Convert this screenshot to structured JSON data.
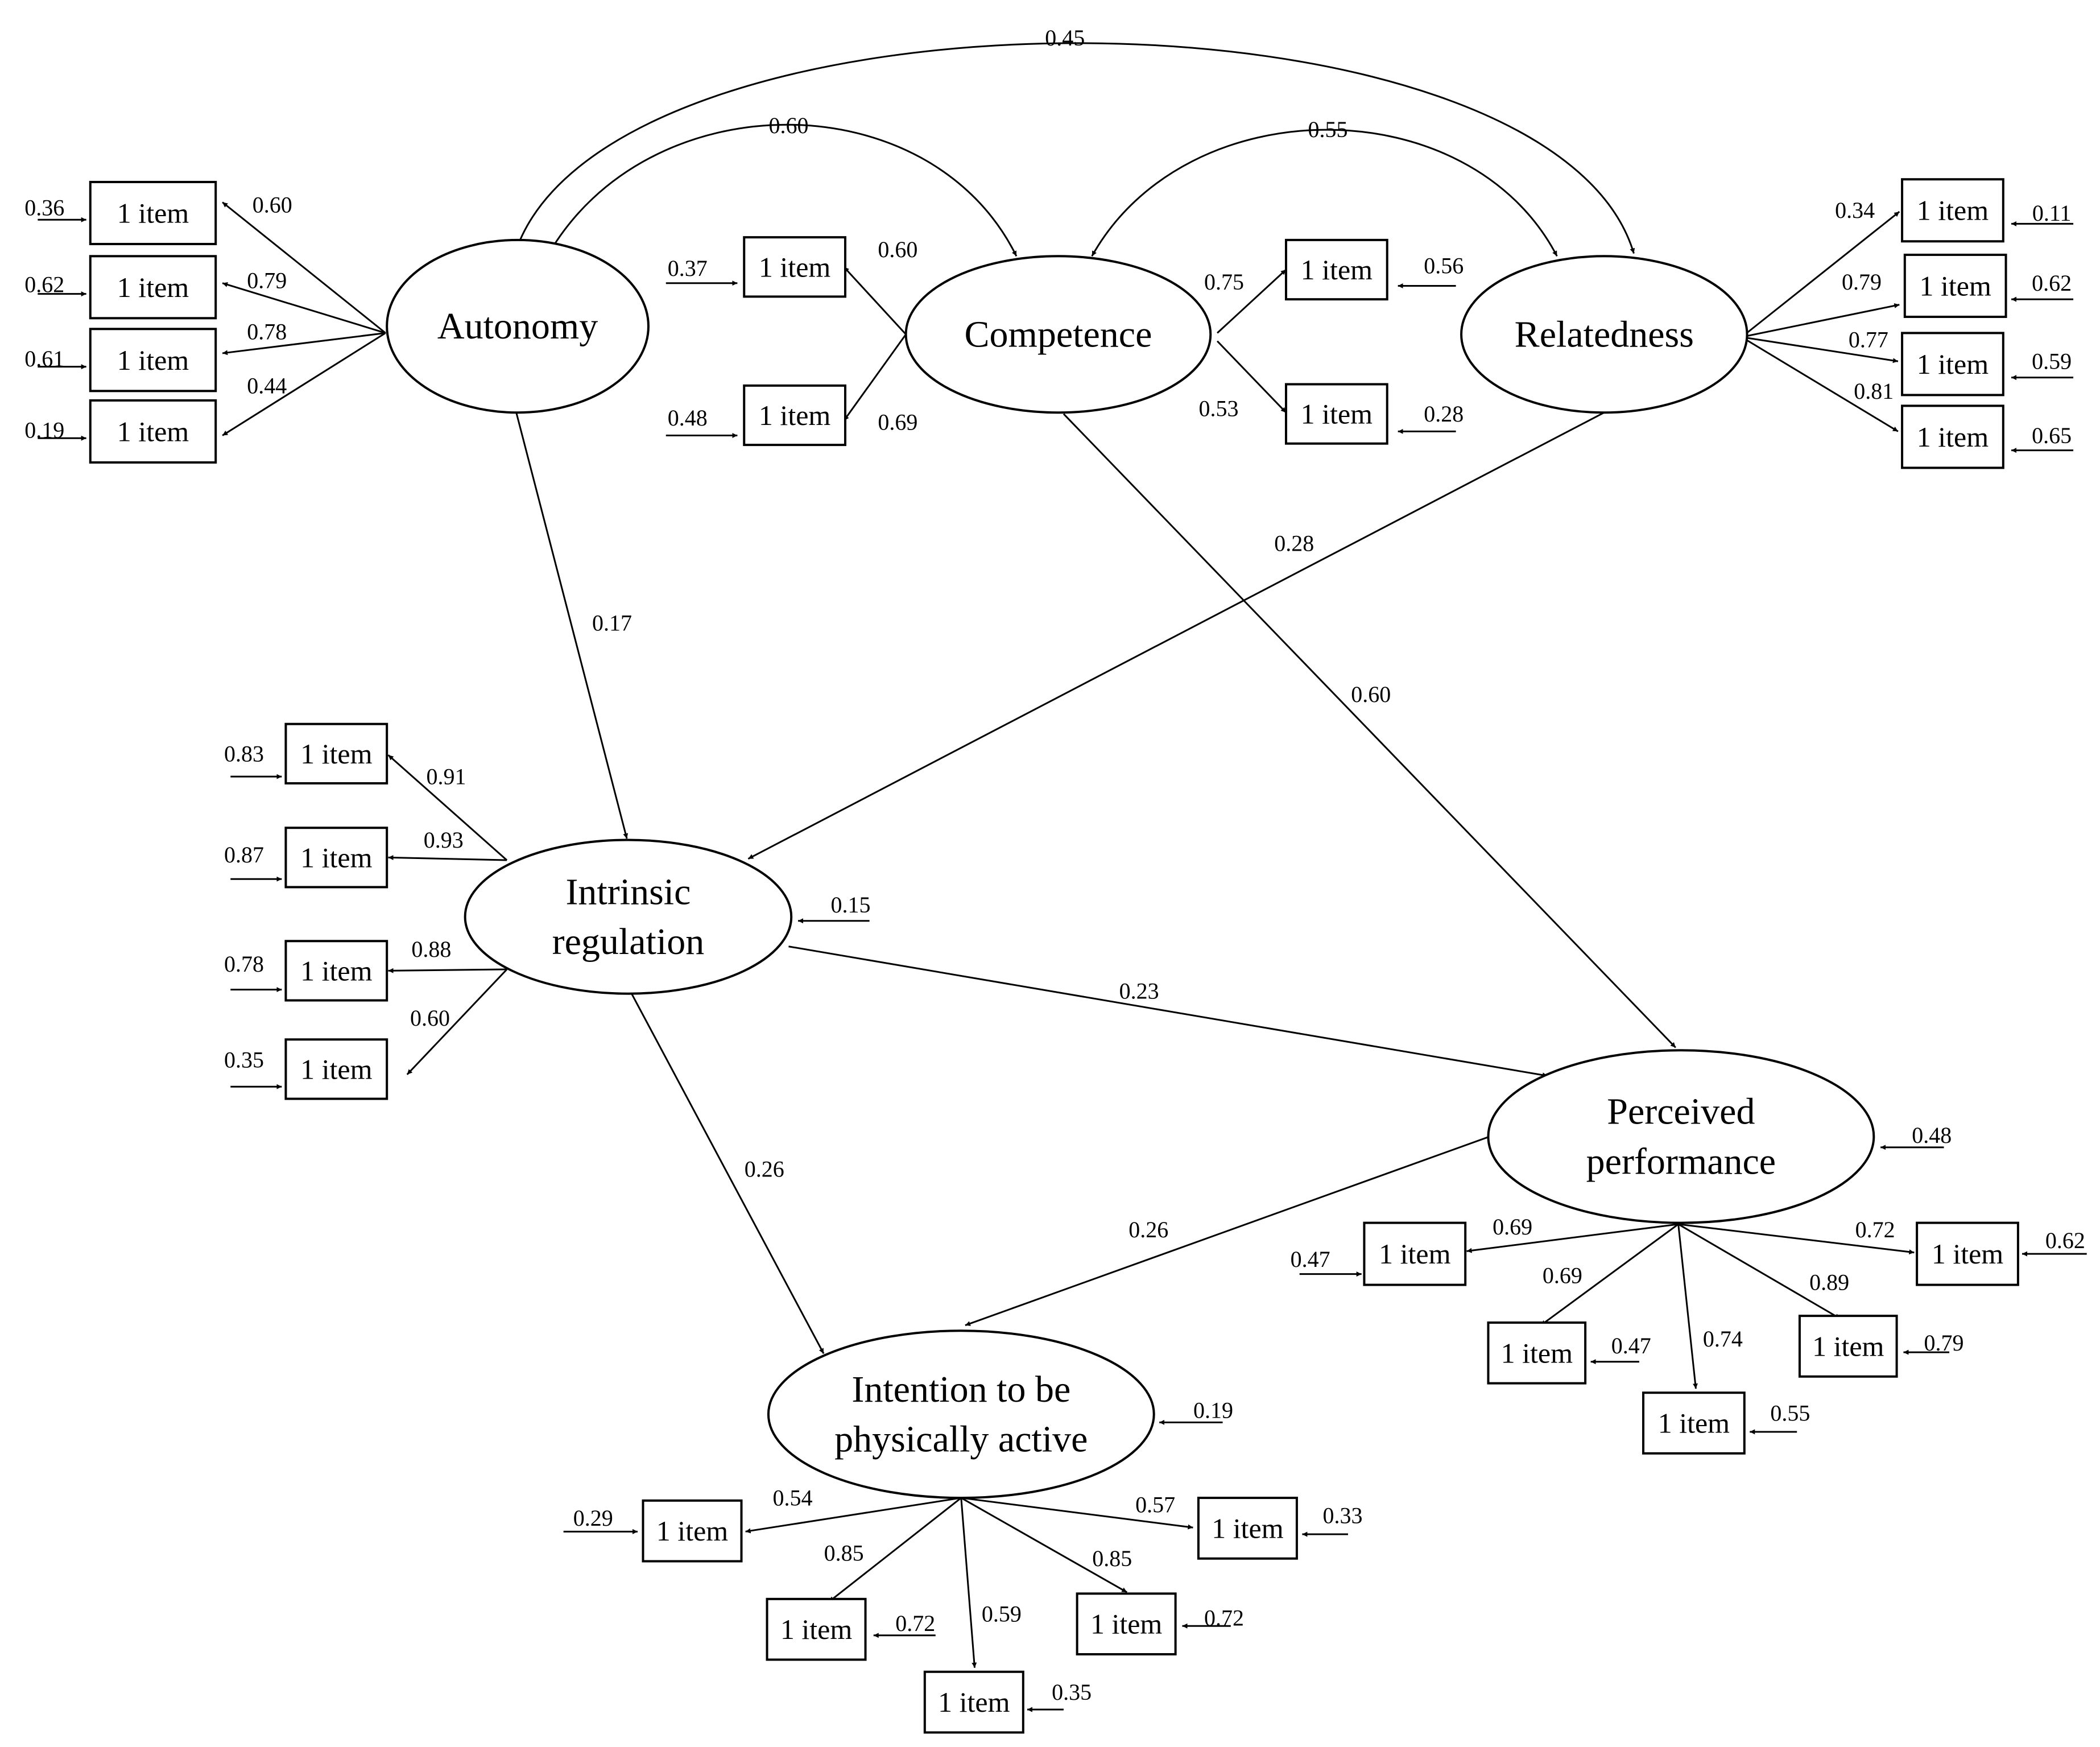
{
  "item_label": "1 item",
  "latents": {
    "autonomy": [
      "Autonomy"
    ],
    "competence": [
      "Competence"
    ],
    "relatedness": [
      "Relatedness"
    ],
    "intrinsic": [
      "Intrinsic",
      "regulation"
    ],
    "perceived": [
      "Perceived",
      "performance"
    ],
    "intention": [
      "Intention to be",
      "physically active"
    ]
  },
  "correlations": {
    "autonomy_relatedness": "0.45",
    "autonomy_competence": "0.60",
    "competence_relatedness": "0.55"
  },
  "paths": {
    "autonomy_intrinsic": "0.17",
    "relatedness_intrinsic": "0.28",
    "competence_perceived": "0.60",
    "intrinsic_perceived": "0.23",
    "intrinsic_intention": "0.26",
    "perceived_intention": "0.26"
  },
  "disturbances": {
    "intrinsic": "0.15",
    "perceived": "0.48",
    "intention": "0.19"
  },
  "indicators": {
    "autonomy": [
      {
        "loading": "0.60",
        "error": "0.36"
      },
      {
        "loading": "0.79",
        "error": "0.62"
      },
      {
        "loading": "0.78",
        "error": "0.61"
      },
      {
        "loading": "0.44",
        "error": "0.19"
      }
    ],
    "competence": [
      {
        "loading": "0.60",
        "error": "0.37"
      },
      {
        "loading": "0.69",
        "error": "0.48"
      },
      {
        "loading": "0.75",
        "error": "0.56"
      },
      {
        "loading": "0.53",
        "error": "0.28"
      }
    ],
    "relatedness": [
      {
        "loading": "0.34",
        "error": "0.11"
      },
      {
        "loading": "0.79",
        "error": "0.62"
      },
      {
        "loading": "0.77",
        "error": "0.59"
      },
      {
        "loading": "0.81",
        "error": "0.65"
      }
    ],
    "intrinsic": [
      {
        "loading": "0.91",
        "error": "0.83"
      },
      {
        "loading": "0.93",
        "error": "0.87"
      },
      {
        "loading": "0.88",
        "error": "0.78"
      },
      {
        "loading": "0.60",
        "error": "0.35"
      }
    ],
    "perceived": [
      {
        "loading": "0.69",
        "error": "0.47"
      },
      {
        "loading": "0.69",
        "error": "0.47"
      },
      {
        "loading": "0.74",
        "error": "0.55"
      },
      {
        "loading": "0.89",
        "error": "0.79"
      },
      {
        "loading": "0.72",
        "error": "0.62"
      }
    ],
    "intention": [
      {
        "loading": "0.54",
        "error": "0.29"
      },
      {
        "loading": "0.85",
        "error": "0.72"
      },
      {
        "loading": "0.59",
        "error": "0.35"
      },
      {
        "loading": "0.85",
        "error": "0.72"
      },
      {
        "loading": "0.57",
        "error": "0.33"
      }
    ]
  }
}
